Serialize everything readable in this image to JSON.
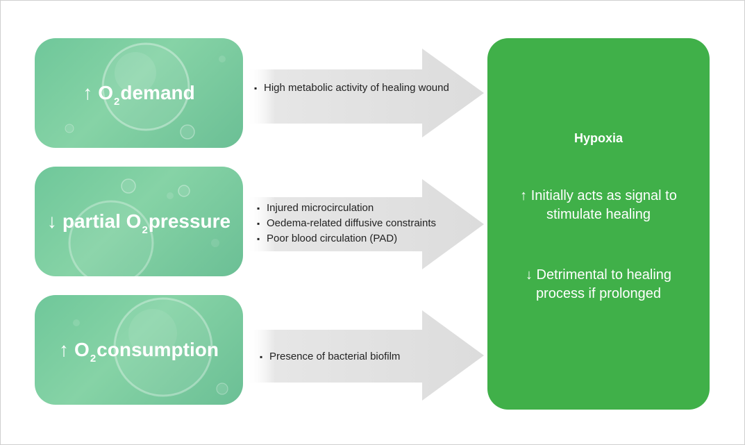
{
  "factors": [
    {
      "arrow": "↑",
      "pre": "O",
      "sub": "2",
      "post": " demand",
      "bullets": [
        "High metabolic activity of healing wound"
      ]
    },
    {
      "arrow": "↓",
      "pre": "partial O",
      "sub": "2",
      "post": " pressure",
      "bullets": [
        "Injured microcirculation",
        "Oedema-related diffusive constraints",
        "Poor blood circulation (PAD)"
      ]
    },
    {
      "arrow": "↑",
      "pre": "O",
      "sub": "2",
      "post": " consumption",
      "bullets": [
        "Presence of bacterial biofilm"
      ]
    }
  ],
  "outcome": {
    "title": "Hypoxia",
    "effects": [
      "↑ Initially acts as signal to stimulate healing",
      "↓ Detrimental to healing process if prolonged"
    ]
  },
  "colors": {
    "factor_box": "#7cce9e",
    "outcome_box": "#40b049",
    "arrow_fill": "#e2e2e2",
    "bullet_text": "#222222"
  },
  "icons": [
    "bubble-graphic",
    "up-arrow-symbol",
    "down-arrow-symbol",
    "chevron-arrow"
  ]
}
